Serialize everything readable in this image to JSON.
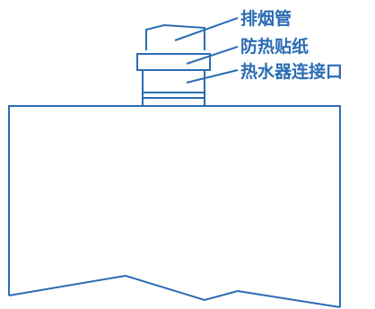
{
  "diagram": {
    "stroke_color": "#2b6cb4",
    "labels": {
      "exhaust_pipe": "排烟管",
      "heat_shield_sticker": "防热贴纸",
      "heater_connector": "热水器连接口"
    }
  }
}
